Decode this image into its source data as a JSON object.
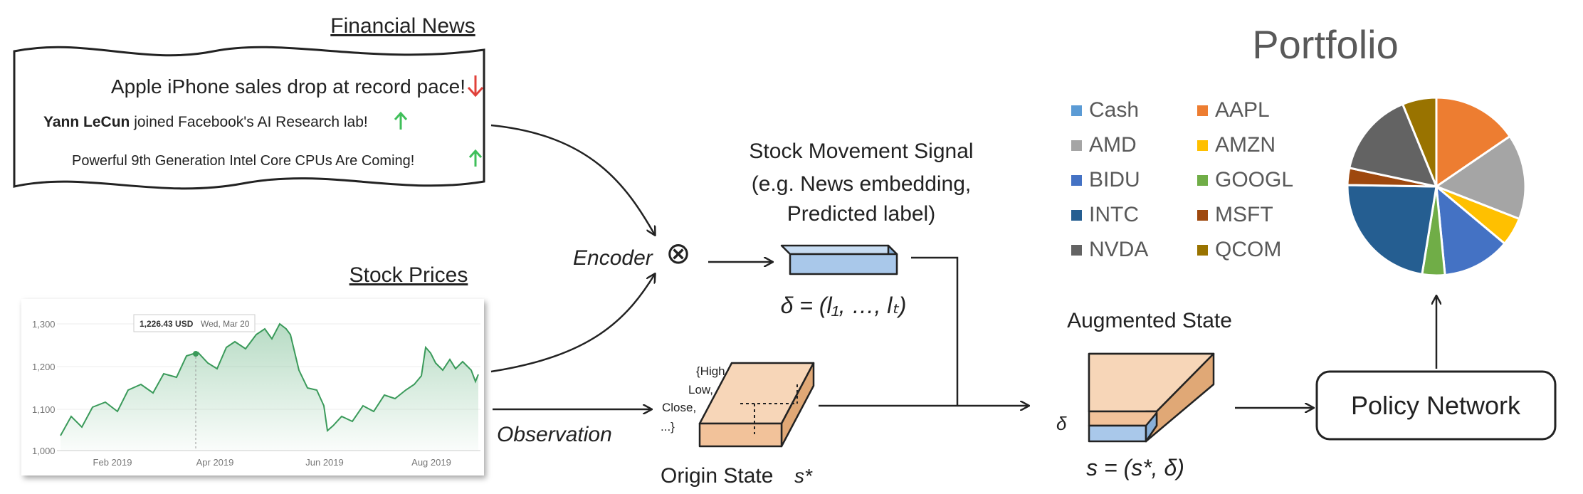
{
  "news": {
    "heading": "Financial News",
    "headline1": "Apple iPhone sales drop at record pace!",
    "headline2_name": "Yann LeCun",
    "headline2_rest": " joined Facebook's AI Research lab!",
    "headline3": "Powerful 9th Generation Intel Core CPUs Are Coming!",
    "arrow_down_color": "#e0413a",
    "arrow_up_color": "#3fbf5a"
  },
  "stock": {
    "heading": "Stock Prices",
    "tooltip_value": "1,226.43 USD",
    "tooltip_date": "Wed, Mar 20",
    "y_ticks": [
      "1,300",
      "1,200",
      "1,100",
      "1,000"
    ],
    "x_ticks": [
      "Feb 2019",
      "Apr 2019",
      "Jun 2019",
      "Aug 2019"
    ],
    "line_color": "#3a9a5a"
  },
  "labels": {
    "encoder": "Encoder",
    "otimes": "⊗",
    "observation": "Observation",
    "signal_title_1": "Stock Movement Signal",
    "signal_title_2": "(e.g. News embedding,",
    "signal_title_3": "Predicted label)",
    "delta_eq": "δ = (l₁, …, lₜ)",
    "origin_fields_1": "{High,",
    "origin_fields_2": "Low,",
    "origin_fields_3": "Close,",
    "origin_fields_4": "...}",
    "origin_state": "Origin State",
    "s_star": "s*",
    "augmented_state": "Augmented State",
    "aug_s_star": "s*",
    "aug_delta": "δ",
    "s_eq": "s = (s*, δ)",
    "policy_network": "Policy Network",
    "portfolio": "Portfolio"
  },
  "colors": {
    "blue_box": "#a9c8ea",
    "orange_box": "#f2c29a"
  },
  "legend": [
    {
      "name": "Cash",
      "color": "#5b9bd5"
    },
    {
      "name": "AAPL",
      "color": "#ed7d31"
    },
    {
      "name": "AMD",
      "color": "#a5a5a5"
    },
    {
      "name": "AMZN",
      "color": "#ffc000"
    },
    {
      "name": "BIDU",
      "color": "#4472c4"
    },
    {
      "name": "GOOGL",
      "color": "#70ad47"
    },
    {
      "name": "INTC",
      "color": "#255e91"
    },
    {
      "name": "MSFT",
      "color": "#9e480e"
    },
    {
      "name": "NVDA",
      "color": "#636363"
    },
    {
      "name": "QCOM",
      "color": "#997300"
    }
  ],
  "pie": [
    {
      "name": "AAPL",
      "value": 15,
      "color": "#ed7d31"
    },
    {
      "name": "AMD",
      "value": 15,
      "color": "#a5a5a5"
    },
    {
      "name": "AMZN",
      "value": 5,
      "color": "#ffc000"
    },
    {
      "name": "BIDU",
      "value": 12,
      "color": "#4472c4"
    },
    {
      "name": "GOOGL",
      "value": 4,
      "color": "#70ad47"
    },
    {
      "name": "INTC",
      "value": 22,
      "color": "#255e91"
    },
    {
      "name": "MSFT",
      "value": 3,
      "color": "#9e480e"
    },
    {
      "name": "NVDA",
      "value": 15,
      "color": "#636363"
    },
    {
      "name": "QCOM",
      "value": 6,
      "color": "#997300"
    },
    {
      "name": "Cash",
      "value": 0,
      "color": "#5b9bd5"
    }
  ]
}
